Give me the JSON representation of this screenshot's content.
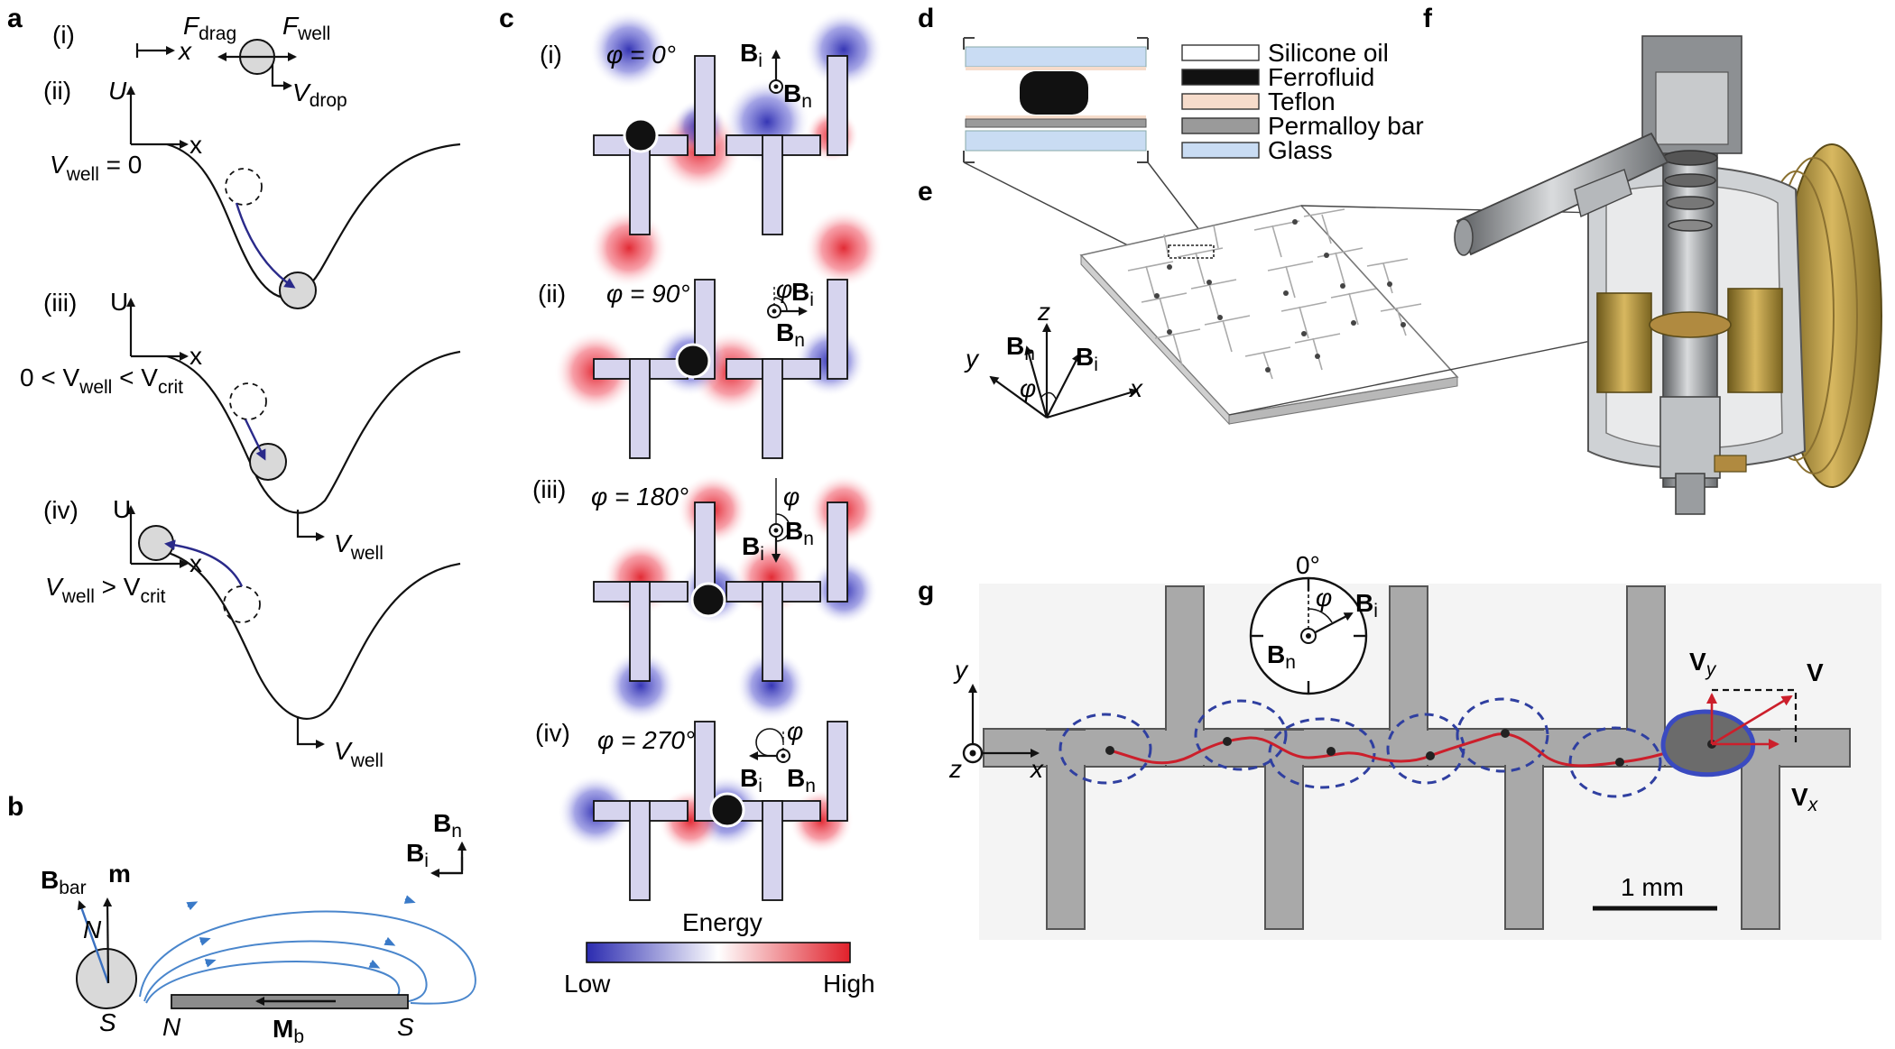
{
  "panel_labels": {
    "a": "a",
    "b": "b",
    "c": "c",
    "d": "d",
    "e": "e",
    "f": "f",
    "g": "g"
  },
  "panel_a": {
    "rows": [
      {
        "numeral": "(i)"
      },
      {
        "numeral": "(ii)",
        "axis_y": "U",
        "axis_x": "x",
        "condition": "V",
        "condition_sub": "well",
        "condition_tail": " = 0"
      },
      {
        "numeral": "(iii)",
        "axis_y": "U",
        "axis_x": "x",
        "condition_a": "0 < V",
        "sub_a": "well",
        "condition_b": " < V",
        "sub_b": "crit"
      },
      {
        "numeral": "(iv)",
        "axis_y": "U",
        "axis_x": "x",
        "condition_a": "V",
        "sub_a": "well",
        "condition_b": " > V",
        "sub_b": "crit"
      }
    ],
    "forces": {
      "drag": "F",
      "drag_sub": "drag",
      "well": "F",
      "well_sub": "well",
      "x": "x",
      "vdrop": "V",
      "vdrop_sub": "drop"
    },
    "vwell_label": "V",
    "vwell_sub": "well"
  },
  "panel_b": {
    "bbar": "B",
    "bbar_sub": "bar",
    "m": "m",
    "N_drop": "N",
    "S_drop": "S",
    "N_bar": "N",
    "S_bar": "S",
    "Mb": "M",
    "Mb_sub": "b",
    "Bn": "B",
    "Bn_sub": "n",
    "Bi": "B",
    "Bi_sub": "i"
  },
  "panel_c": {
    "rows": [
      {
        "numeral": "(i)",
        "phi": "φ = 0°"
      },
      {
        "numeral": "(ii)",
        "phi": "φ = 90°"
      },
      {
        "numeral": "(iii)",
        "phi": "φ = 180°"
      },
      {
        "numeral": "(iv)",
        "phi": "φ = 270°"
      }
    ],
    "phi_symbol": "φ",
    "B": "B",
    "sub_i": "i",
    "sub_n": "n",
    "colorbar_title": "Energy",
    "colorbar_low": "Low",
    "colorbar_high": "High",
    "colors": {
      "low": "#2b2bb0",
      "mid": "#ffffff",
      "high": "#e0202a",
      "bar": "#d6d4ee"
    }
  },
  "panel_d": {
    "legend": [
      {
        "label": "Silicone oil",
        "color": "#ffffff"
      },
      {
        "label": "Ferrofluid",
        "color": "#111111"
      },
      {
        "label": "Teflon",
        "color": "#f6dccb"
      },
      {
        "label": "Permalloy bar",
        "color": "#9a9a9a"
      },
      {
        "label": "Glass",
        "color": "#c9dcf3"
      }
    ]
  },
  "panel_e": {
    "z": "z",
    "y": "y",
    "x": "x",
    "Bn": "B",
    "Bn_sub": "n",
    "Bi": "B",
    "Bi_sub": "i",
    "phi": "φ"
  },
  "panel_g": {
    "dial_top": "0°",
    "phi": "φ",
    "Bi": "B",
    "Bi_sub": "i",
    "Bn": "B",
    "Bn_sub": "n",
    "y": "y",
    "x": "x",
    "z": "z",
    "V": "V",
    "Vy": "V",
    "Vy_sub": "y",
    "Vx": "V",
    "Vx_sub": "x",
    "scale_bar": "1 mm",
    "colors": {
      "trajectory": "#cc1f2b",
      "outline": "#2f3fa0",
      "droplet": "#666666"
    }
  }
}
